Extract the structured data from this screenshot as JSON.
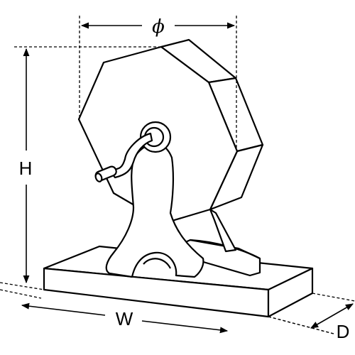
{
  "figure": {
    "subject": "lottery-drum-on-stand",
    "stroke_color": "#000000",
    "fill_color": "#ffffff",
    "background_color": "#ffffff"
  },
  "dimensions": {
    "diameter_label": "ϕ",
    "height_label": "H",
    "width_label": "W",
    "depth_label": "D"
  }
}
